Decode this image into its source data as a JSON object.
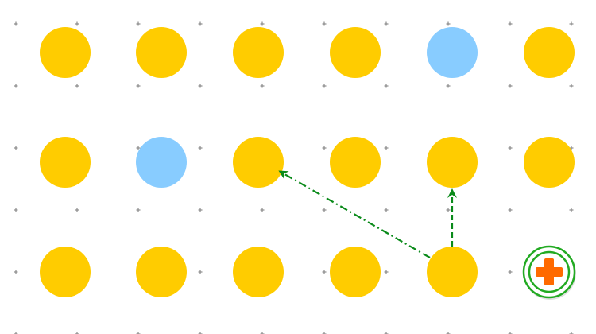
{
  "board": {
    "rows": 3,
    "cols": 6,
    "colors": {
      "yellow": "#ffcc00",
      "blue": "#88ccff",
      "grid_marker": "#8a8a8a",
      "arrow": "#0a8a1a",
      "ring": "#22aa22",
      "plus": "#ff6a00"
    },
    "cells": [
      [
        "yellow",
        "yellow",
        "yellow",
        "yellow",
        "blue",
        "yellow"
      ],
      [
        "yellow",
        "blue",
        "yellow",
        "yellow",
        "yellow",
        "yellow"
      ],
      [
        "yellow",
        "yellow",
        "yellow",
        "yellow",
        "yellow",
        "add"
      ]
    ],
    "moves": [
      {
        "from": [
          2,
          4
        ],
        "to": [
          1,
          2
        ],
        "style": "dash-dot"
      },
      {
        "from": [
          2,
          4
        ],
        "to": [
          1,
          4
        ],
        "style": "dashed"
      }
    ],
    "add_button": {
      "row": 2,
      "col": 5,
      "icon": "plus-icon"
    }
  }
}
